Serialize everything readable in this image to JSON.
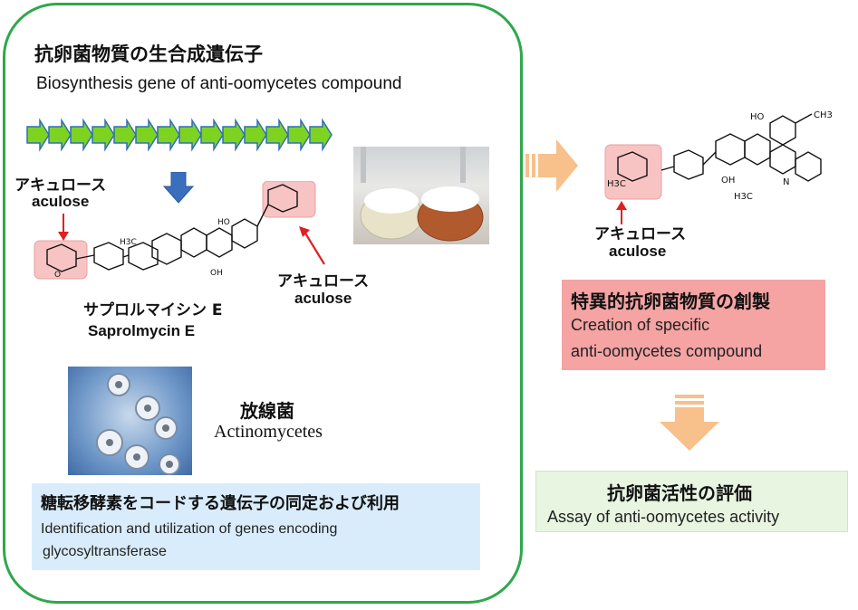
{
  "left": {
    "title_jp": "抗卵菌物質の生合成遺伝子",
    "title_en": "Biosynthesis gene of anti-oomycetes  compound",
    "aculose_jp": "アキュロース",
    "aculose_en": "aculose",
    "saprolmycin_jp": "サプロルマイシン E",
    "saprolmycin_en": "Saprolmycin E",
    "actino_jp": "放線菌",
    "actino_en": "Actinomycetes",
    "glyco_title": "糖転移酵素をコードする遺伝子の同定および利用",
    "glyco_line1": "Identification and utilization of genes encoding",
    "glyco_line2": "glycosyltransferase"
  },
  "right": {
    "aculose_jp": "アキュロース",
    "aculose_en": "aculose",
    "creation_title": "特異的抗卵菌物質の創製",
    "creation_line1": "Creation of  specific",
    "creation_line2": "anti-oomycetes compound",
    "assay_title": "抗卵菌活性の評価",
    "assay_line": "Assay of anti-oomycetes  activity"
  },
  "chem": {
    "O": "O",
    "OH": "OH",
    "HO": "HO",
    "H3C": "H3C",
    "CH3": "CH3",
    "N": "N"
  },
  "colors": {
    "panel_border": "#2ea84a",
    "gene_arrow_fill": "#7ed321",
    "gene_arrow_stroke": "#2f6fb5",
    "down_arrow": "#3a6fbd",
    "orange_arrow": "#f8c08a",
    "highlight": "#f8c3c3",
    "red_arrow": "#e02020"
  }
}
